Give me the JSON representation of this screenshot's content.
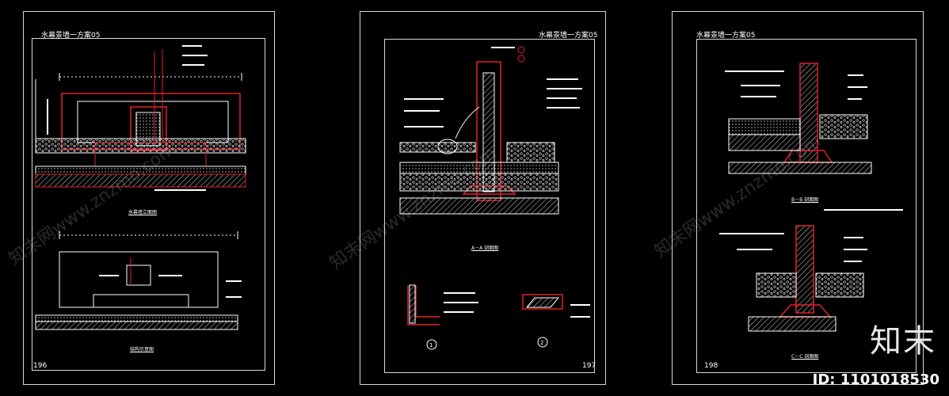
{
  "sheets": [
    {
      "title": "水幕景墙一方案05",
      "page": "196",
      "captions": [
        "水幕墙立面图",
        "结构示意图"
      ]
    },
    {
      "title": "水幕景墙一方案05",
      "page": "197",
      "captions": [
        "A－A 剖面图"
      ],
      "detail_marks": [
        "1",
        "2"
      ]
    },
    {
      "title": "水幕景墙一方案05",
      "page": "198",
      "captions": [
        "B－B 剖面图",
        "C－C 剖面图"
      ]
    }
  ],
  "watermark": {
    "text": "知末网www.znzmo.com"
  },
  "brand": {
    "logo": "知末",
    "id_label": "ID: 1101018530"
  },
  "colors": {
    "line": "#ffffff",
    "accent": "#e0202a",
    "background": "#000000"
  }
}
